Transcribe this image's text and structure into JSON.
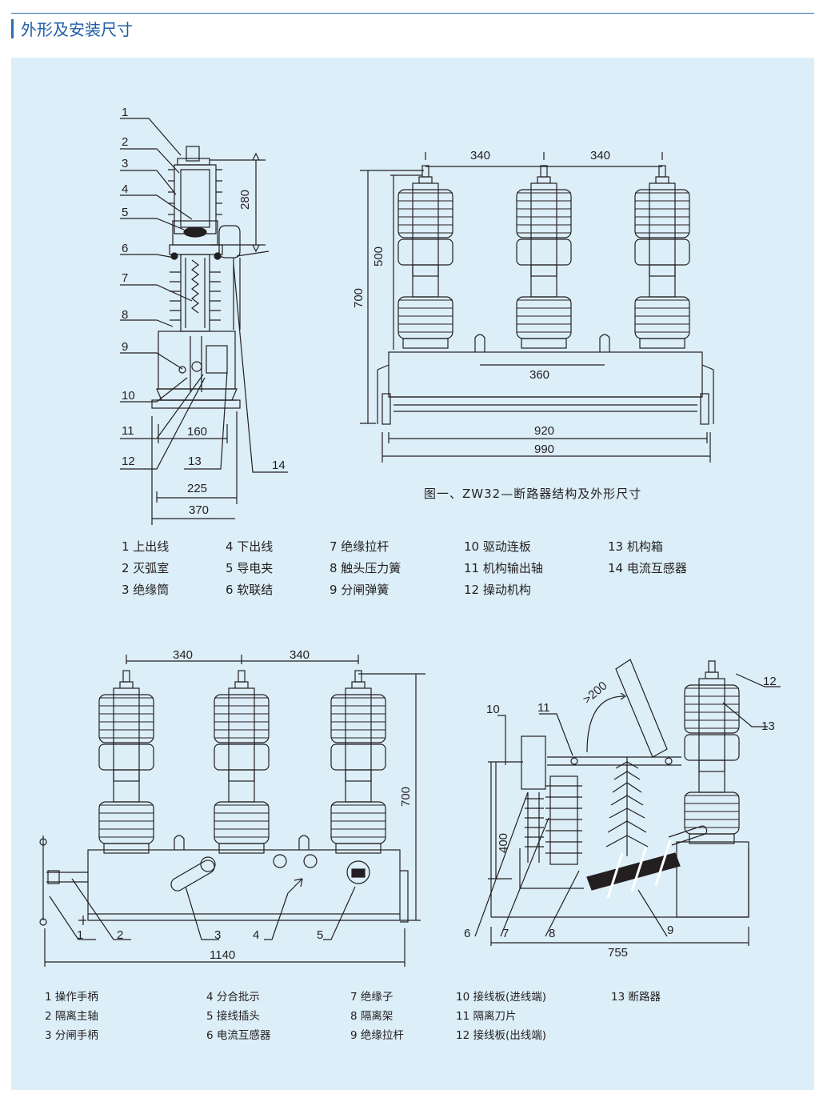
{
  "header": {
    "title": "外形及安装尺寸"
  },
  "figure1": {
    "caption": "图一、ZW32—断路器结构及外形尺寸",
    "side_callouts": [
      "1",
      "2",
      "3",
      "4",
      "5",
      "6",
      "7",
      "8",
      "9",
      "10",
      "11",
      "12",
      "13",
      "14"
    ],
    "side_dims": {
      "d280": "280",
      "d160": "160",
      "d225": "225",
      "d370": "370"
    },
    "front_dims": {
      "d340a": "340",
      "d340b": "340",
      "d500": "500",
      "d700": "700",
      "d360": "360",
      "d920": "920",
      "d990": "990"
    }
  },
  "legend1": {
    "col1": [
      "1 上出线",
      "2 灭弧室",
      "3 绝缘筒"
    ],
    "col2": [
      "4 下出线",
      "5 导电夹",
      "6 软联结"
    ],
    "col3": [
      "7 绝缘拉杆",
      "8 触头压力簧",
      "9 分闸弹簧"
    ],
    "col4": [
      "10 驱动连板",
      "11 机构输出轴",
      "12 操动机构"
    ],
    "col5": [
      "13 机构箱",
      "14 电流互感器"
    ]
  },
  "figure2": {
    "front_callouts": [
      "1",
      "2",
      "3",
      "4",
      "5"
    ],
    "front_dims": {
      "d340a": "340",
      "d340b": "340",
      "d700": "700",
      "d1140": "1140"
    },
    "side_callouts": [
      "6",
      "7",
      "8",
      "9",
      "10",
      "11",
      "12",
      "13"
    ],
    "side_dims": {
      "d200": ">200",
      "d400": "400",
      "d755": "755"
    }
  },
  "legend2": {
    "col1": [
      "1 操作手柄",
      "2 隔离主轴",
      "3 分闸手柄"
    ],
    "col2": [
      "4 分合批示",
      "5 接线插头",
      "6 电流互感器"
    ],
    "col3": [
      "7 绝缘子",
      "8 隔离架",
      "9 绝缘拉杆"
    ],
    "col4": [
      "10 接线板(进线端)",
      "11 隔离刀片",
      "12 接线板(出线端)"
    ],
    "col5": [
      "13 断路器"
    ]
  },
  "colors": {
    "panel": "#dceef8",
    "accent": "#2f6fb3",
    "line": "#231f20"
  }
}
